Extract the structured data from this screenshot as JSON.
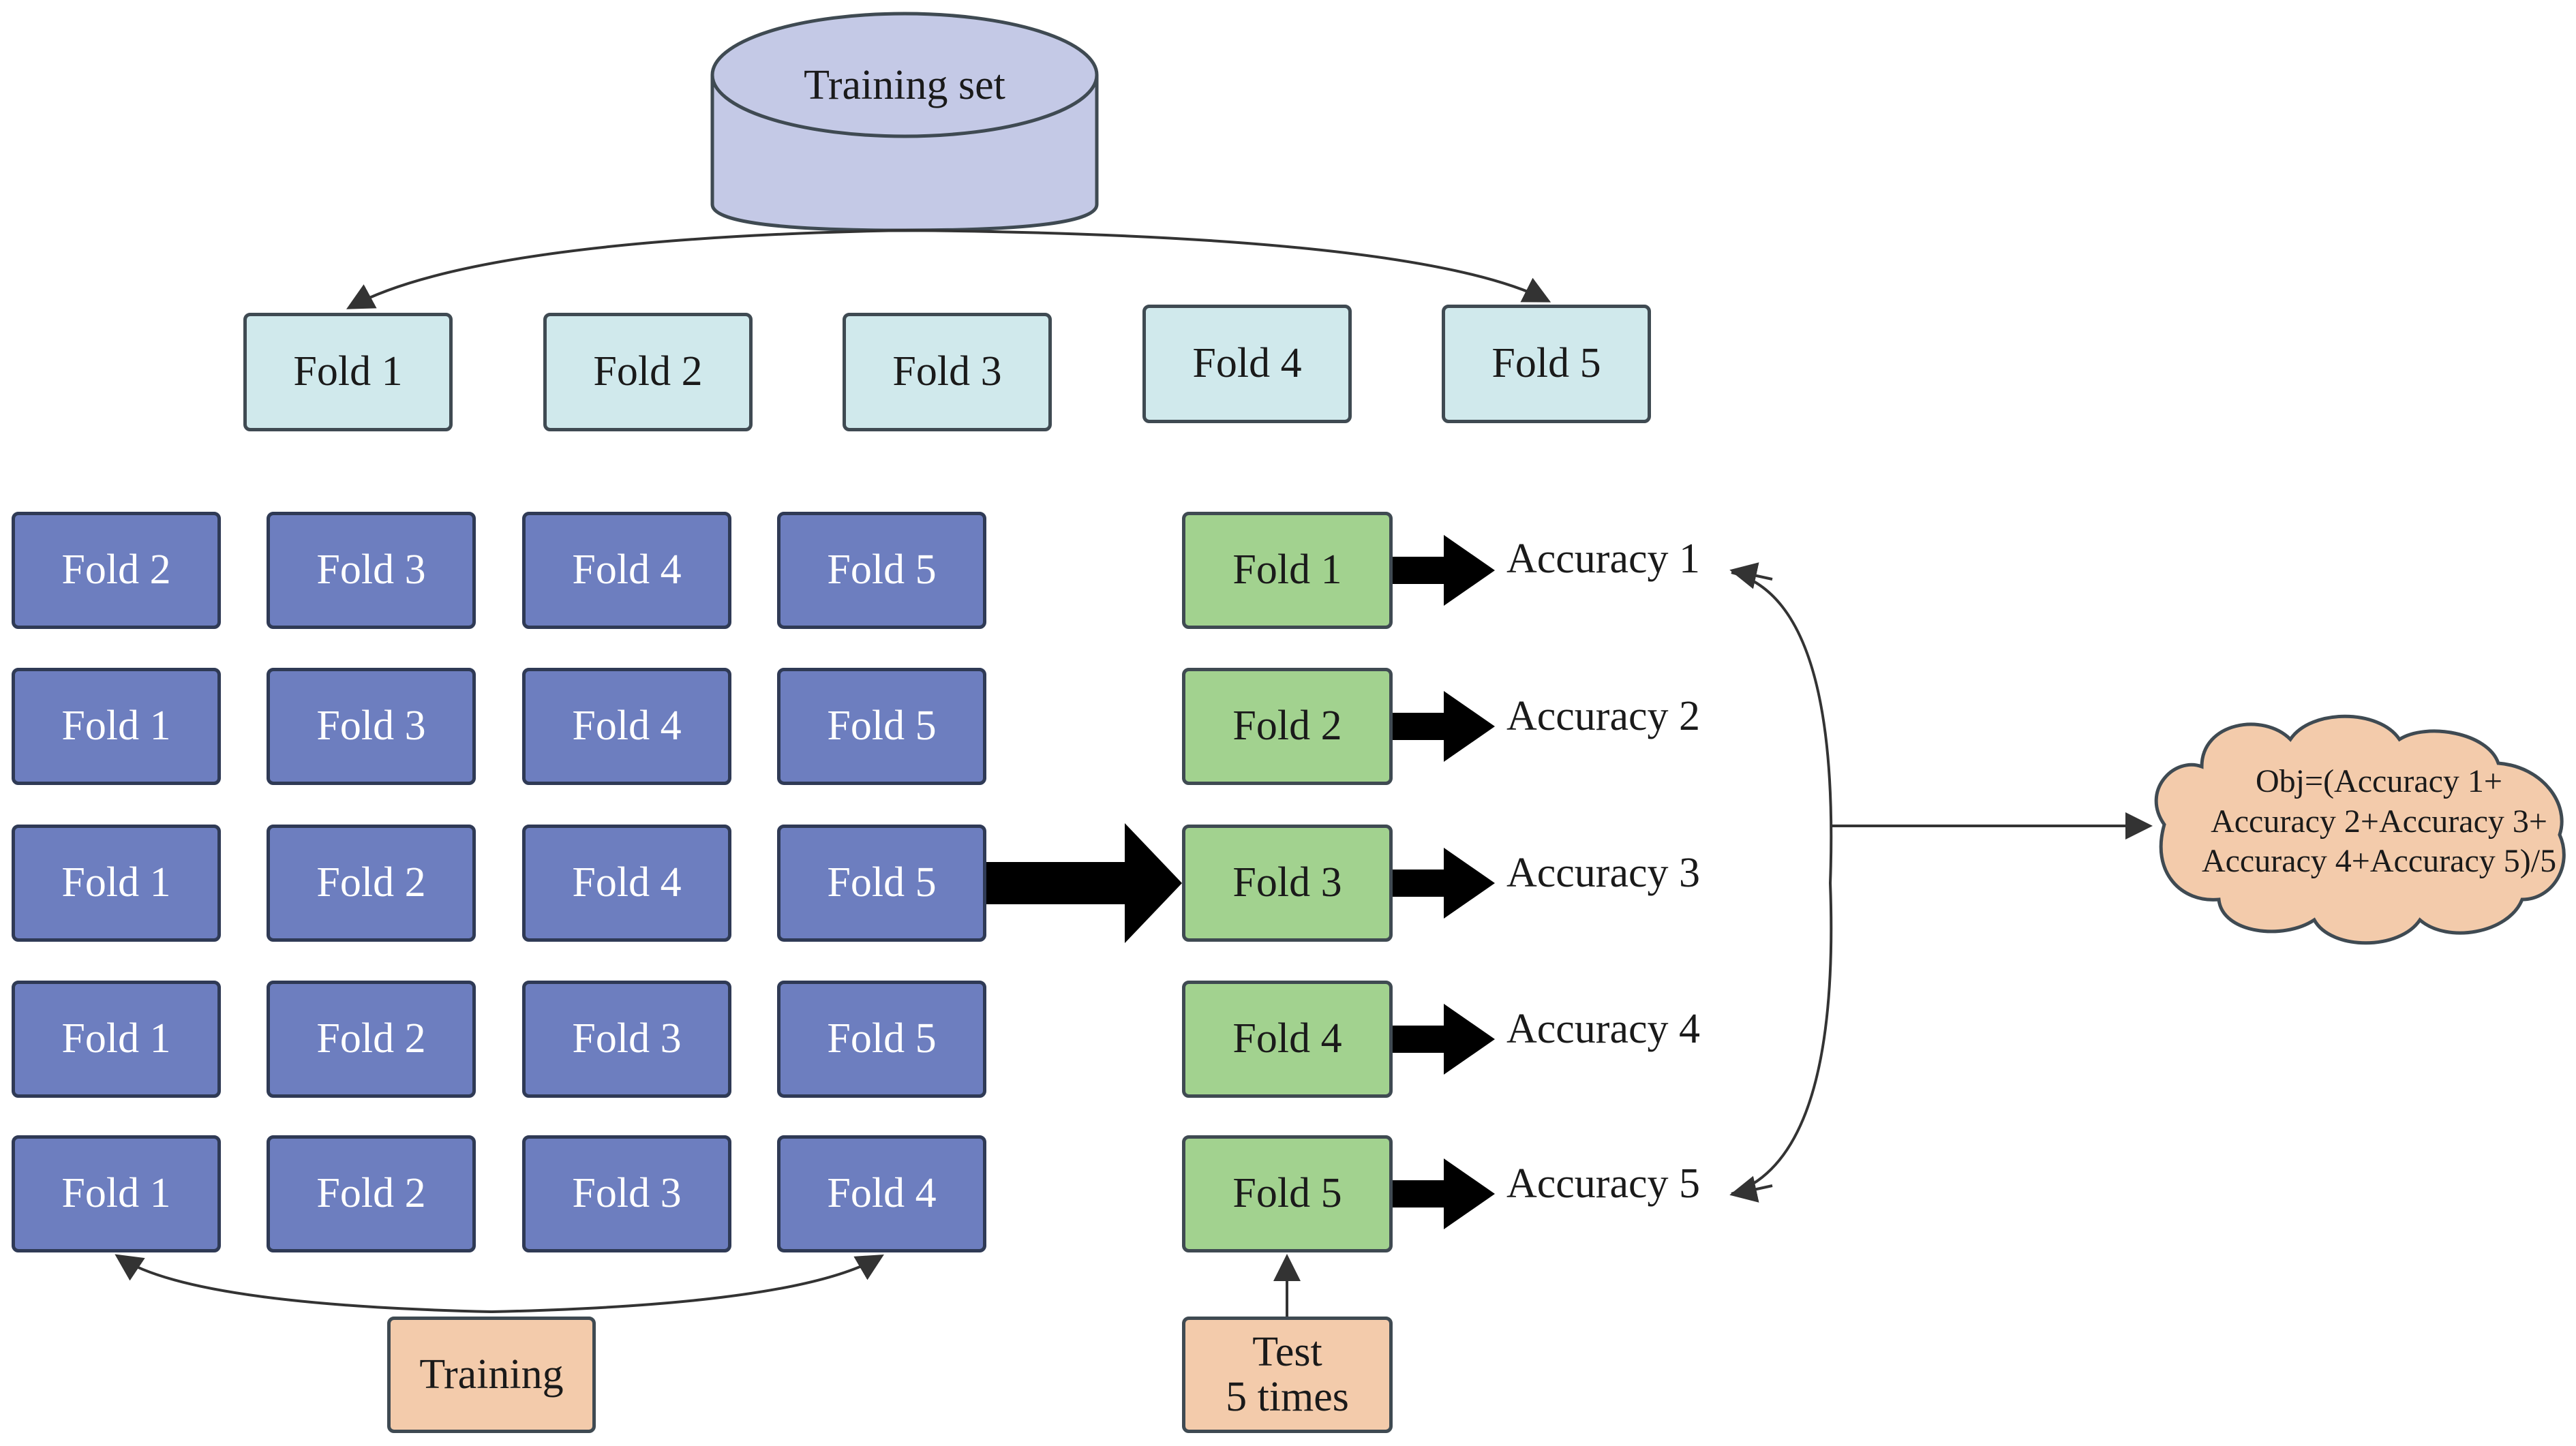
{
  "diagram": {
    "source": {
      "label": "Training set",
      "shape": "cylinder",
      "color": "#c4c9e6"
    },
    "split_folds": [
      "Fold 1",
      "Fold 2",
      "Fold 3",
      "Fold 4",
      "Fold 5"
    ],
    "training_grid": [
      [
        "Fold 2",
        "Fold 3",
        "Fold 4",
        "Fold 5"
      ],
      [
        "Fold 1",
        "Fold 3",
        "Fold 4",
        "Fold 5"
      ],
      [
        "Fold 1",
        "Fold 2",
        "Fold 4",
        "Fold 5"
      ],
      [
        "Fold 1",
        "Fold 2",
        "Fold 3",
        "Fold 5"
      ],
      [
        "Fold 1",
        "Fold 2",
        "Fold 3",
        "Fold 4"
      ]
    ],
    "test_folds": [
      "Fold 1",
      "Fold 2",
      "Fold 3",
      "Fold 4",
      "Fold 5"
    ],
    "accuracies": [
      "Accuracy 1",
      "Accuracy 2",
      "Accuracy 3",
      "Accuracy 4",
      "Accuracy 5"
    ],
    "training_label": "Training",
    "test_label_line1": "Test",
    "test_label_line2": "5 times",
    "objective": {
      "line1": "Obj=(Accuracy 1+",
      "line2": "Accuracy 2+Accuracy 3+",
      "line3": "Accuracy 4+Accuracy 5)/5"
    },
    "colors": {
      "split_fold": "#d0e9ec",
      "training_fold": "#6d7ebf",
      "test_fold": "#a2d28f",
      "label_box": "#f3cbab",
      "cloud": "#f3cbab",
      "cylinder": "#c4c9e6"
    }
  }
}
